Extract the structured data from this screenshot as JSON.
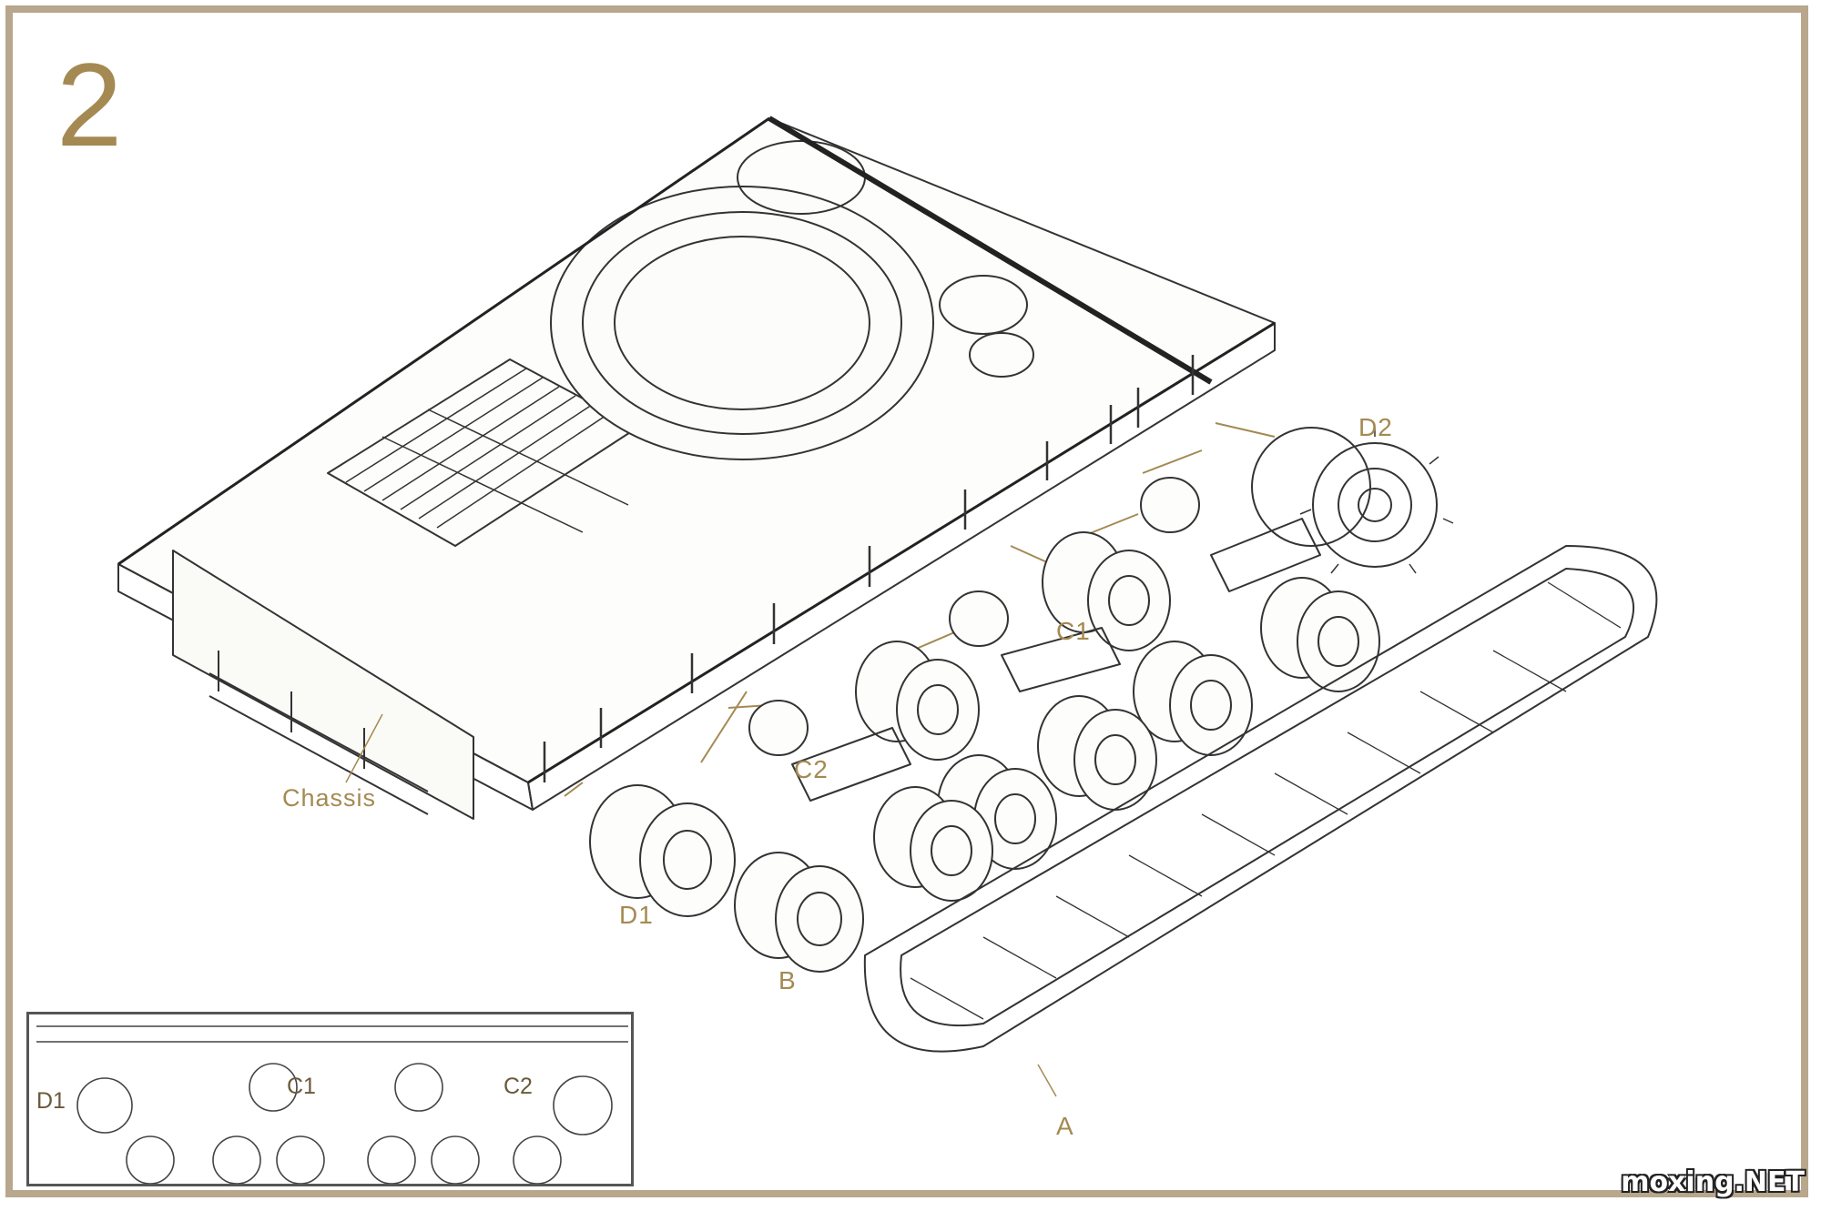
{
  "step": {
    "number": "2"
  },
  "callouts": {
    "chassis": "Chassis",
    "sprocket": "D2",
    "road_wheel_upper": "C1",
    "road_wheel_lower": "C2",
    "idler": "D1",
    "bogie": "B",
    "track": "A"
  },
  "inset": {
    "labels": {
      "left": "D1",
      "middle": "C1",
      "right": "C2"
    }
  },
  "watermark": "moxing.NET",
  "colors": {
    "frame": "#b8a78c",
    "label": "#a48a52",
    "line": "#333333",
    "arrow": "#a48a52"
  }
}
